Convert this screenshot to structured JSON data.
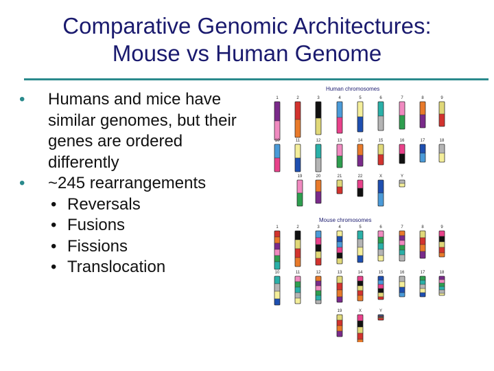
{
  "slide": {
    "title_line1": "Comparative Genomic Architectures:",
    "title_line2": "Mouse vs Human Genome",
    "bullets": [
      "Humans and mice have similar genomes, but their genes are ordered differently",
      "~245 rearrangements"
    ],
    "subbullets": [
      "Reversals",
      "Fusions",
      "Fissions",
      "Translocation"
    ]
  },
  "figure": {
    "human_title": "Human chromosomes",
    "mouse_title": "Mouse chromosomes",
    "human_row1": [
      "1",
      "2",
      "3",
      "4",
      "5",
      "6",
      "7",
      "8",
      "9"
    ],
    "human_row2": [
      "10",
      "11",
      "12",
      "13",
      "14",
      "15",
      "16",
      "17",
      "18"
    ],
    "human_row3": [
      "19",
      "20",
      "21",
      "22",
      "X",
      "Y"
    ],
    "mouse_row1": [
      "1",
      "2",
      "3",
      "4",
      "5",
      "6",
      "7",
      "8",
      "9"
    ],
    "mouse_row2": [
      "10",
      "11",
      "12",
      "13",
      "14",
      "15",
      "16",
      "17",
      "18"
    ],
    "mouse_row3": [
      "19",
      "X",
      "Y"
    ],
    "colors": {
      "accent": "#2a8a8c",
      "title": "#1a1a6e",
      "palette": [
        "#2e9e4f",
        "#e0d878",
        "#f4ee9a",
        "#7a2a8a",
        "#e8418a",
        "#2ab0a8",
        "#d2332e",
        "#1e4fb0",
        "#f08ac0",
        "#111111",
        "#b4b4b4",
        "#e87a2a",
        "#4a9ad8"
      ]
    }
  }
}
